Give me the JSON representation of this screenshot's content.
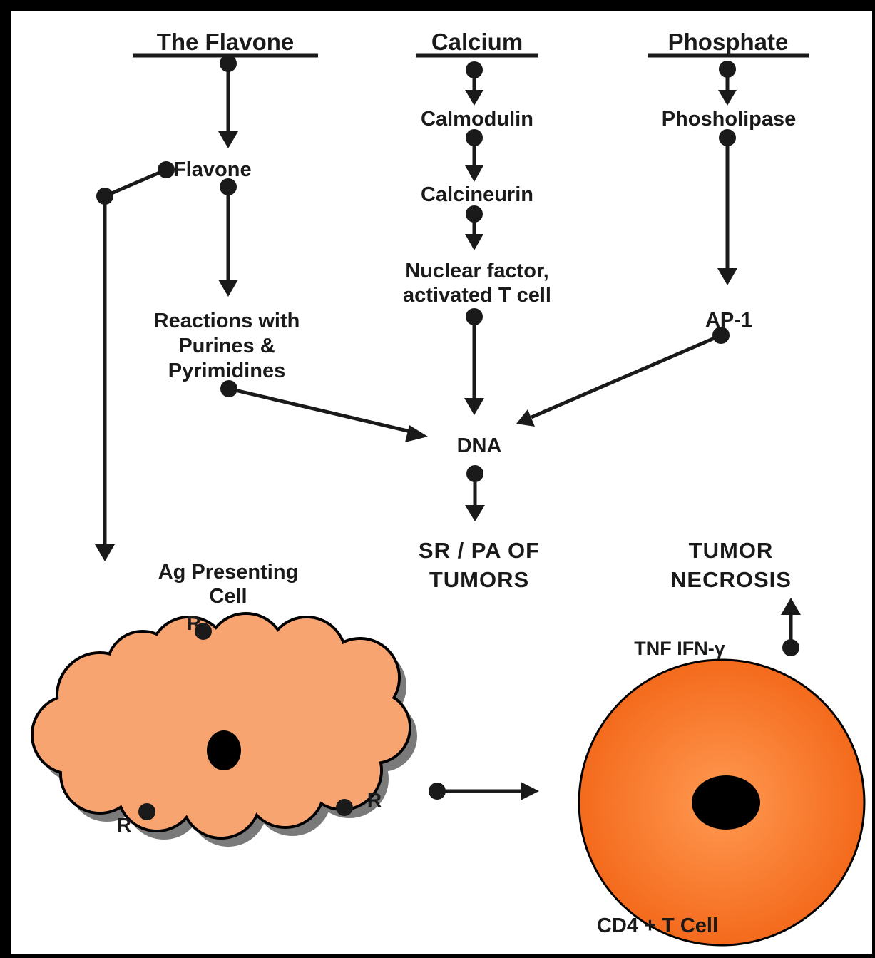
{
  "columns": {
    "flavone_title": "The Flavone",
    "calcium_title": "Calcium",
    "phosphate_title": "Phosphate"
  },
  "nodes": {
    "flavone": "Flavone",
    "reactions_line1": "Reactions with",
    "reactions_line2": "Purines &",
    "reactions_line3": "Pyrimidines",
    "calmodulin": "Calmodulin",
    "calcineurin": "Calcineurin",
    "nfat_line1": "Nuclear factor,",
    "nfat_line2": "activated T cell",
    "phospholipase": "Phosholipase",
    "ap1": "AP-1",
    "dna": "DNA",
    "sr_pa_line1": "SR / PA OF",
    "sr_pa_line2": "TUMORS",
    "tumor_line1": "TUMOR",
    "tumor_line2": "NECROSIS",
    "tnf_ifn": "TNF IFN-γ",
    "apc_line1": "Ag Presenting",
    "apc_line2": "Cell",
    "receptor": "R",
    "cd4": "CD4 + T Cell"
  },
  "colors": {
    "apc_fill": "#f7a471",
    "apc_shadow": "#7a7a7a",
    "tcell_outer": "#f46a1c",
    "tcell_inner": "#ff9a52",
    "nucleus": "#000000",
    "line": "#1a1a1a"
  }
}
